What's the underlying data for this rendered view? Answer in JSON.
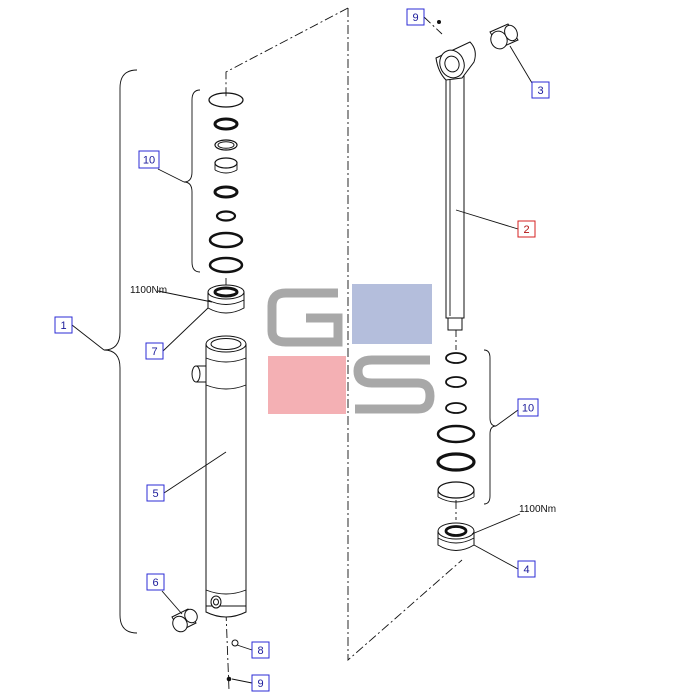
{
  "callouts": {
    "c1": "1",
    "c2": "2",
    "c3": "3",
    "c4": "4",
    "c5": "5",
    "c6": "6",
    "c7": "7",
    "c8": "8",
    "c9_top": "9",
    "c9_bottom": "9",
    "c10_left": "10",
    "c10_right": "10"
  },
  "torque": {
    "gland_left": "1100Nm",
    "piston_right": "1100Nm"
  },
  "logo": {
    "letters": "GS",
    "colors": {
      "gray": "#a8a8a8",
      "blue": "#b4bedc",
      "pink": "#f4b0b4"
    }
  },
  "colors": {
    "callout_border": "#2b2bd6",
    "callout_highlight": "#d42020",
    "line": "#111111"
  }
}
